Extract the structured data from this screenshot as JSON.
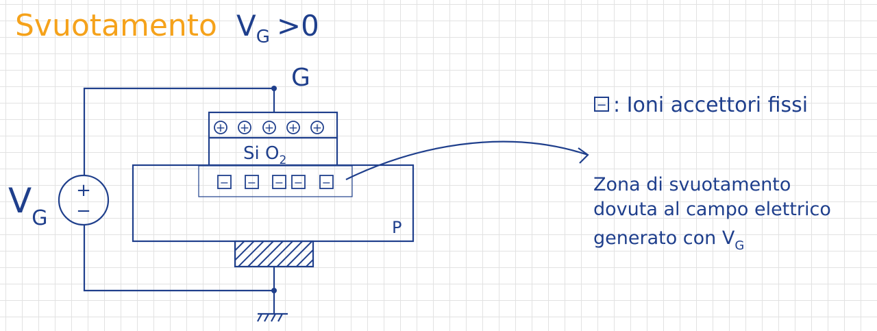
{
  "title": "Svuotamento",
  "condition": {
    "base": "V",
    "subscript": "G",
    "rest": ">0"
  },
  "gate_label": "G",
  "oxide": {
    "base": "Si O",
    "subscript": "2"
  },
  "substrate_label": "P",
  "source": {
    "base": "V",
    "subscript": "G",
    "plus": "+",
    "minus": "−"
  },
  "legend": {
    "symbol": "−",
    "text": ": Ioni accettori fissi"
  },
  "note": {
    "line1": "Zona di svuotamento",
    "line2": "dovuta al campo elettrico",
    "line3": {
      "text": "generato con V",
      "subscript": "G"
    }
  },
  "positive_charges": [
    "+",
    "+",
    "+",
    "+",
    "+"
  ],
  "negative_ions": [
    "−",
    "−",
    "−",
    "−",
    "−"
  ],
  "colors": {
    "ink": "#1f3f8c",
    "title": "#f5a21b"
  }
}
